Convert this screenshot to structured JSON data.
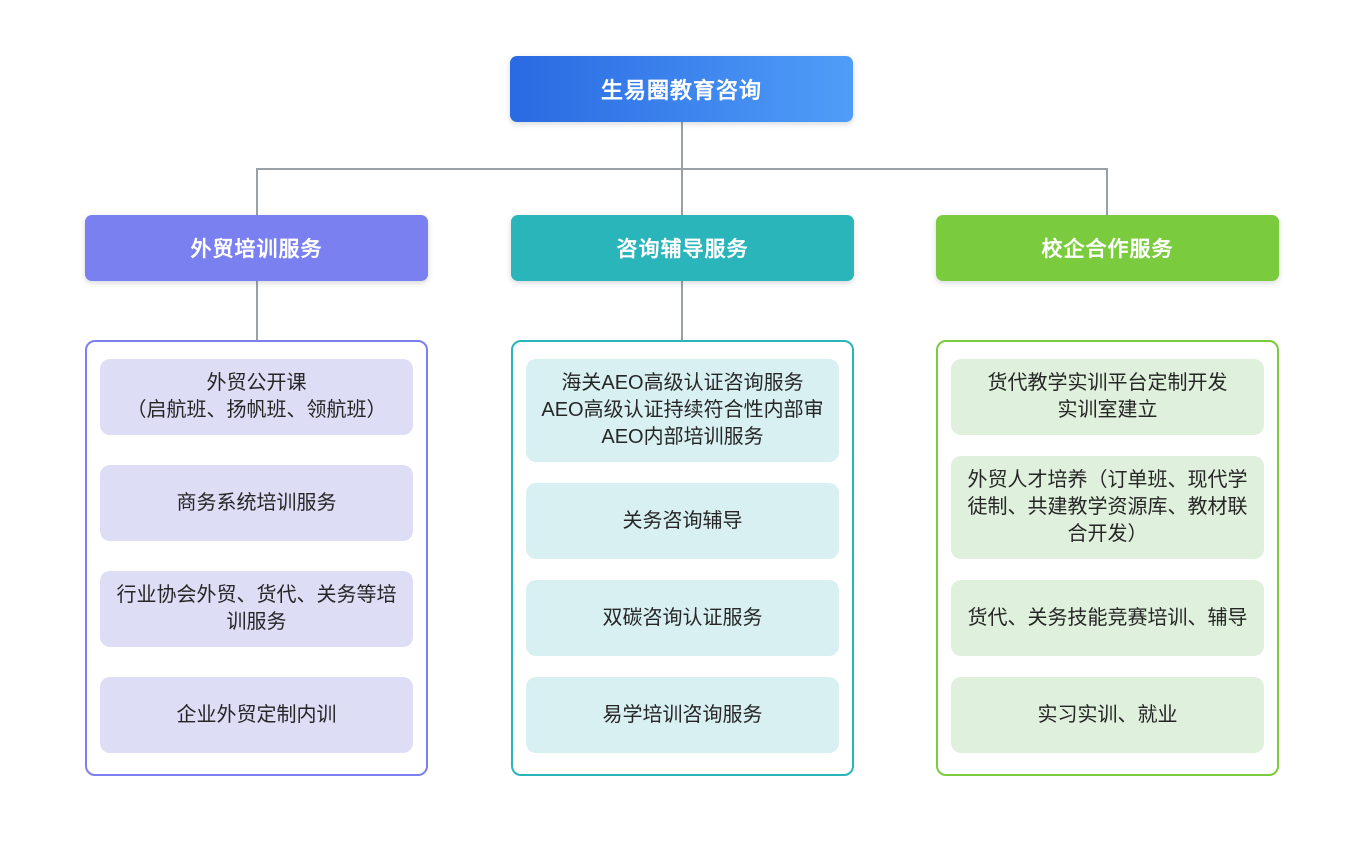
{
  "diagram": {
    "root": {
      "label": "生易圈教育咨询"
    },
    "branches": [
      {
        "label": "外贸培训服务",
        "items": [
          {
            "text": "外贸公开课\n（启航班、扬帆班、领航班）"
          },
          {
            "text": "商务系统培训服务"
          },
          {
            "text": "行业协会外贸、货代、关务等培训服务"
          },
          {
            "text": "企业外贸定制内训"
          }
        ]
      },
      {
        "label": "咨询辅导服务",
        "items": [
          {
            "text": "海关AEO高级认证咨询服务\nAEO高级认证持续符合性内部审\nAEO内部培训服务"
          },
          {
            "text": "关务咨询辅导"
          },
          {
            "text": "双碳咨询认证服务"
          },
          {
            "text": "易学培训咨询服务"
          }
        ]
      },
      {
        "label": "校企合作服务",
        "items": [
          {
            "text": "货代教学实训平台定制开发\n实训室建立"
          },
          {
            "text": "外贸人才培养（订单班、现代学徒制、共建教学资源库、教材联合开发）"
          },
          {
            "text": "货代、关务技能竞赛培训、辅导"
          },
          {
            "text": "实习实训、就业"
          }
        ]
      }
    ]
  },
  "colors": {
    "root_gradient_from": "#2A6AE2",
    "root_gradient_to": "#4F9DF8",
    "branch_colors": [
      "#7A80F0",
      "#2AB5BB",
      "#7BCB3F"
    ],
    "item_backgrounds": [
      "#DEDDF6",
      "#D9F0F2",
      "#DFF0DC"
    ],
    "connector": "#9AA0A6",
    "item_text": "#262626"
  }
}
